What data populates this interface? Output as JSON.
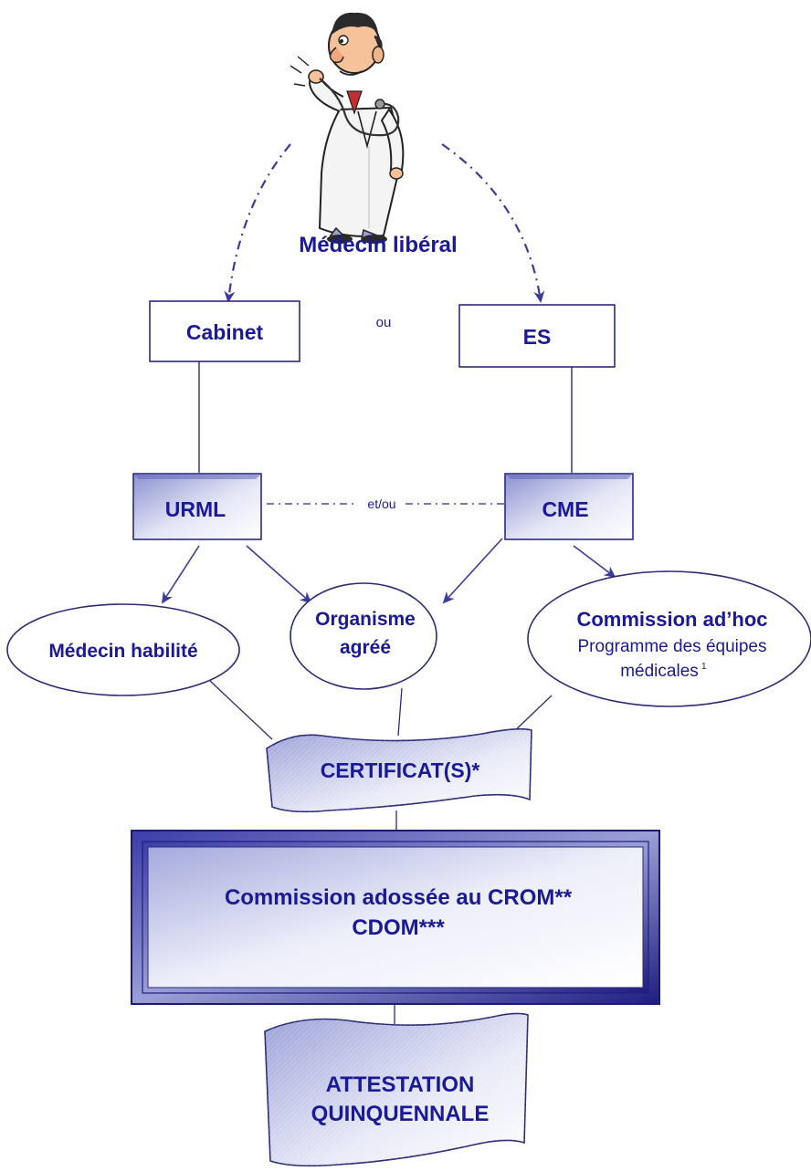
{
  "doctor": {
    "label": "Médecin libéral",
    "icon": "doctor-with-stethoscope-illustration"
  },
  "branches": {
    "cabinet": "Cabinet",
    "or_label": "ou",
    "es": "ES"
  },
  "institutions": {
    "urml": "URML",
    "and_or_label": "et/ou",
    "cme": "CME"
  },
  "validators": {
    "medecin_habilite": "Médecin habilité",
    "organisme_line1": "Organisme",
    "organisme_line2": "agréé",
    "commission_title": "Commission ad’hoc",
    "commission_line2": "Programme des équipes",
    "commission_line3": "médicales",
    "commission_footnote": "1"
  },
  "certificate": {
    "label": "CERTIFICAT(S)*"
  },
  "commission_crom": {
    "line1": "Commission adossée au CROM**",
    "line2": "CDOM***"
  },
  "attestation": {
    "line1": "ATTESTATION",
    "line2": "QUINQUENNALE"
  },
  "colors": {
    "text": "#1a1a99",
    "border": "#2b2b7a",
    "arrow": "#3a3aa0",
    "gradient_dark": "#9aa0d8",
    "gradient_light": "#ffffff",
    "frame_dark": "#26268a"
  }
}
